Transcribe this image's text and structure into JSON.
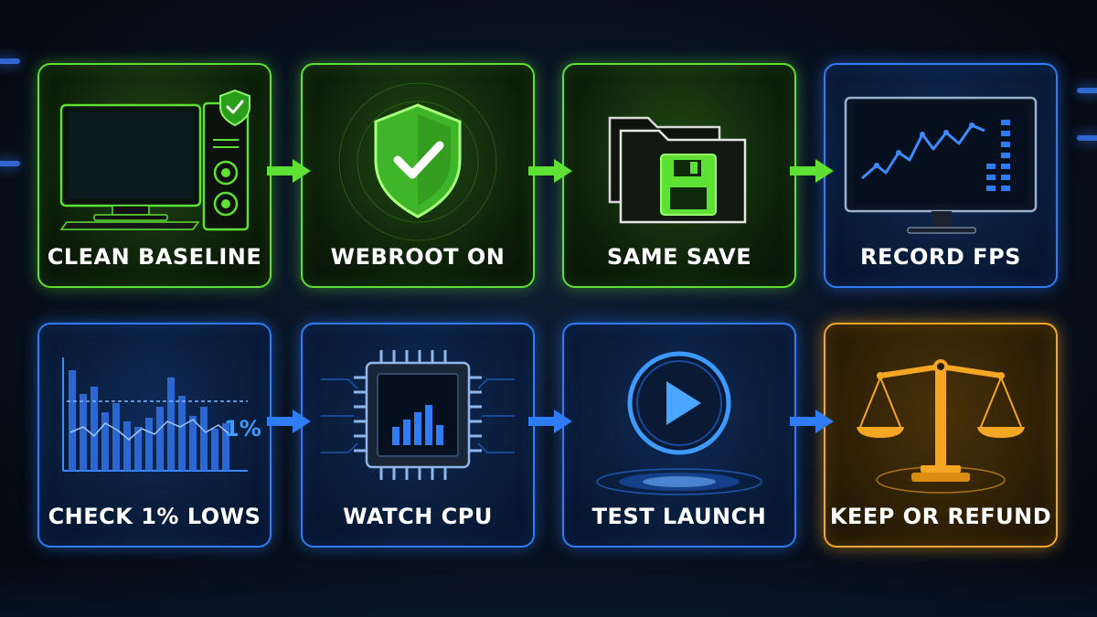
{
  "steps": [
    {
      "label": "CLEAN BASELINE",
      "accent": "#5fe034"
    },
    {
      "label": "WEBROOT ON",
      "accent": "#5fe034"
    },
    {
      "label": "SAME SAVE",
      "accent": "#5fe034"
    },
    {
      "label": "RECORD FPS",
      "accent": "#2f7cf6"
    },
    {
      "label": "CHECK 1% LOWS",
      "accent": "#2f7cf6",
      "overlay_text": "1%"
    },
    {
      "label": "WATCH CPU",
      "accent": "#2f7cf6"
    },
    {
      "label": "TEST LAUNCH",
      "accent": "#2f7cf6"
    },
    {
      "label": "KEEP OR REFUND",
      "accent": "#f5a623"
    }
  ],
  "icons": [
    "monitor-pc-shield-icon",
    "shield-check-icon",
    "folder-save-icon",
    "monitor-chart-icon",
    "bar-chart-icon",
    "cpu-chip-icon",
    "play-button-icon",
    "balance-scale-icon"
  ],
  "colors": {
    "green": "#5fe034",
    "blue": "#2f7cf6",
    "gold": "#f5a623",
    "background": "#08111f"
  }
}
